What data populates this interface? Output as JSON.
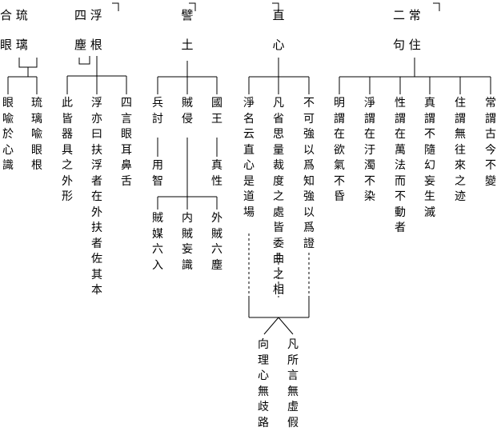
{
  "texts": {
    "g1_top": "合 琉",
    "g1_label": "眼 璃",
    "g1_leaf1": "眼喩於心識",
    "g1_leaf2": "琉璃喩眼根",
    "g2_top": "四 浮",
    "g2_label": "塵 根",
    "g2_leaf1": "此皆器具之外形",
    "g2_leaf2": "浮亦曰扶浮者在外扶者佐其本",
    "g2_leaf3": "四言眼耳鼻舌",
    "g3_top": "譬",
    "g3_label": "土",
    "g3_leaf1a": "兵討",
    "g3_leaf1b": "用智",
    "g3_leaf2": "賊侵",
    "g3_leaf3a": "國王",
    "g3_leaf3b": "真性",
    "g3_sub1": "賊媒六入",
    "g3_sub2": "内賊妄識",
    "g3_sub3": "外賊六塵",
    "g4_top": "直",
    "g4_label": "心",
    "g4_leaf1": "淨名云直心是道場",
    "g4_leaf2": "凡省思量裁度之處皆委曲之相",
    "g4_leaf3": "不可強以爲知強以爲證",
    "g4_sub1": "向理心無歧路",
    "g4_sub2": "凡所言無虛假",
    "g5_top": "二 常",
    "g5_label": "句 住",
    "g5_leaf1": "明謂在欲氣不昏",
    "g5_leaf2": "淨謂在汙濁不染",
    "g5_leaf3": "性謂在萬法而不動者",
    "g5_leaf4": "真謂不隨幻妄生滅",
    "g5_leaf5": "住謂無往來之迹",
    "g5_leaf6": "常謂古今不變"
  }
}
